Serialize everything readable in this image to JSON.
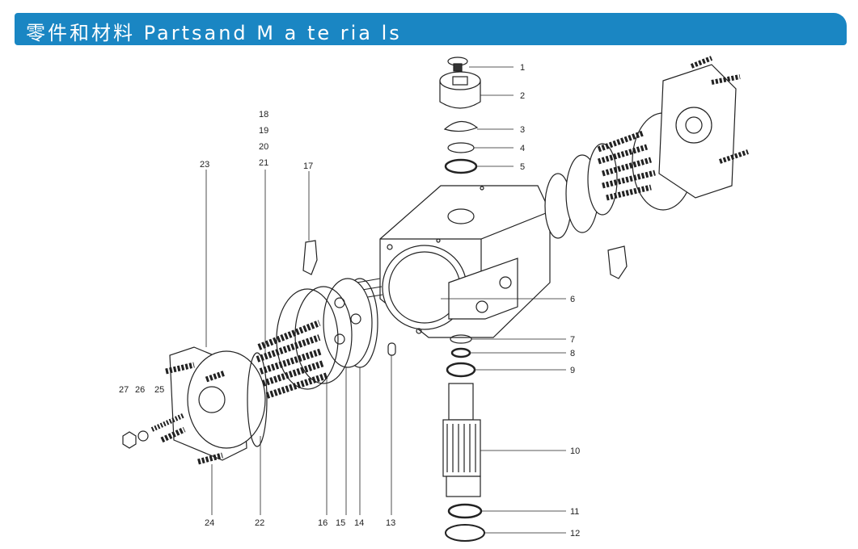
{
  "header": {
    "title": "零件和材料 Partsand M a te ria ls",
    "background_color": "#1a86c3"
  },
  "diagram": {
    "line_color": "#222222",
    "callouts": [
      "1",
      "2",
      "3",
      "4",
      "5",
      "6",
      "7",
      "8",
      "9",
      "10",
      "11",
      "12",
      "13",
      "14",
      "15",
      "16",
      "17",
      "18",
      "19",
      "20",
      "21",
      "22",
      "23",
      "24",
      "25",
      "26",
      "27"
    ]
  }
}
